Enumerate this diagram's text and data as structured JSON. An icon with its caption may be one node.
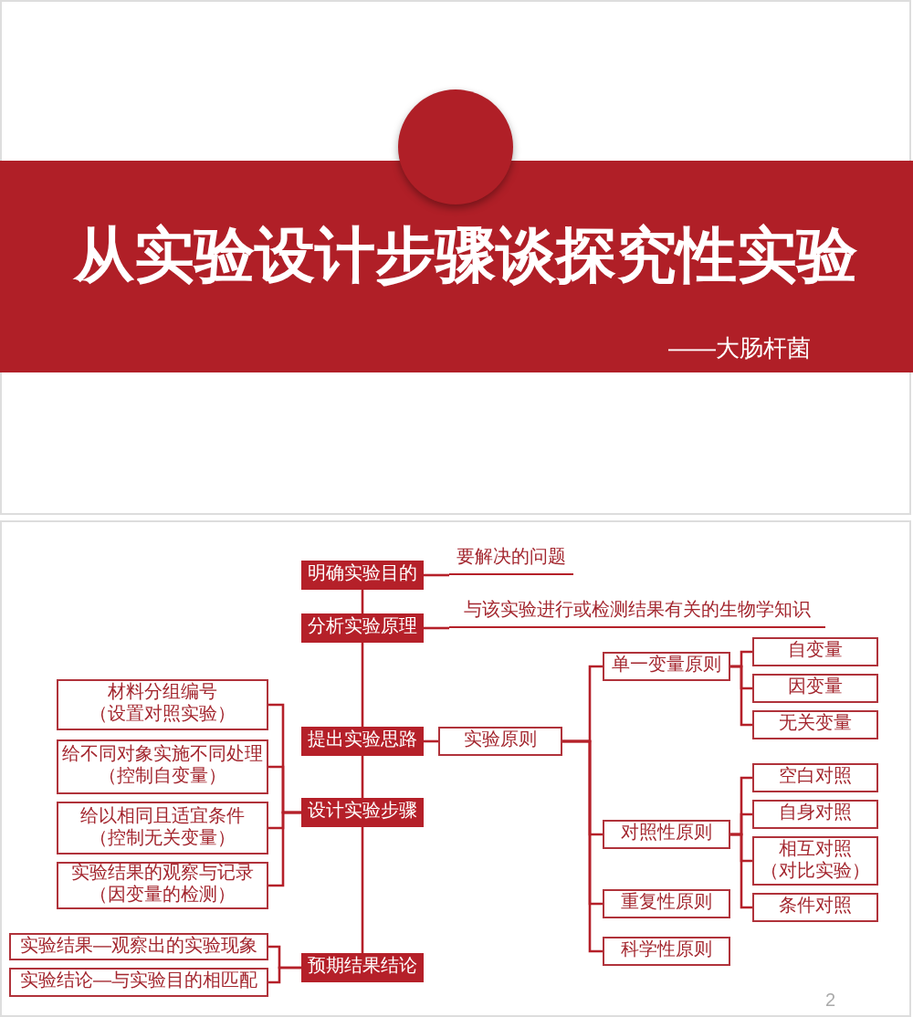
{
  "diagram": {
    "title": "从实验设计步骤谈探究性实验",
    "nodes": [
      {
        "text": [
          "明确实验目的"
        ]
      },
      {
        "text": [
          "分析实验原理"
        ]
      },
      {
        "text": [
          "提出实验思路"
        ]
      },
      {
        "text": [
          "设计实验步骤"
        ]
      },
      {
        "text": [
          "预期结果结论"
        ]
      },
      {
        "text": [
          "要解决的问题"
        ]
      },
      {
        "text": [
          "与该实验进行或检测结果有关的生物学知识"
        ]
      },
      {
        "text": [
          "实验原则"
        ]
      },
      {
        "text": [
          "单一变量原则"
        ]
      },
      {
        "text": [
          "对照性原则"
        ]
      },
      {
        "text": [
          "重复性原则"
        ]
      },
      {
        "text": [
          "科学性原则"
        ]
      },
      {
        "text": [
          "自变量"
        ]
      },
      {
        "text": [
          "因变量"
        ]
      },
      {
        "text": [
          "无关变量"
        ]
      },
      {
        "text": [
          "空白对照"
        ]
      },
      {
        "text": [
          "自身对照"
        ]
      },
      {
        "text": [
          "相互对照（对比实验）"
        ]
      },
      {
        "text": [
          "条件对照"
        ]
      },
      {
        "text": [
          "材料分组编号（设置对照实验）"
        ]
      },
      {
        "text": [
          "给不同对象实施不同处理（控制自变量）"
        ]
      },
      {
        "text": [
          "给以相同且适宜条件（控制无关变量）"
        ]
      },
      {
        "text": [
          "实验结果的观察与记录（因变量的检测）"
        ]
      },
      {
        "text": [
          "实验结果—观察出的实验现象"
        ]
      },
      {
        "text": [
          "实验结论—与实验目的相匹配"
        ]
      }
    ],
    "edges": [
      {
        "from": 0,
        "to": 1,
        "arrow": "none"
      },
      {
        "from": 1,
        "to": 2,
        "arrow": "none"
      },
      {
        "from": 2,
        "to": 3,
        "arrow": "none"
      },
      {
        "from": 3,
        "to": 4,
        "arrow": "none"
      },
      {
        "from": 0,
        "to": 5,
        "arrow": "none"
      },
      {
        "from": 1,
        "to": 6,
        "arrow": "none"
      },
      {
        "from": 2,
        "to": 7,
        "arrow": "none"
      },
      {
        "from": 7,
        "to": 8,
        "arrow": "none"
      },
      {
        "from": 7,
        "to": 9,
        "arrow": "none"
      },
      {
        "from": 7,
        "to": 10,
        "arrow": "none"
      },
      {
        "from": 7,
        "to": 11,
        "arrow": "none"
      },
      {
        "from": 8,
        "to": 12,
        "arrow": "none"
      },
      {
        "from": 8,
        "to": 13,
        "arrow": "none"
      },
      {
        "from": 8,
        "to": 14,
        "arrow": "none"
      },
      {
        "from": 9,
        "to": 15,
        "arrow": "none"
      },
      {
        "from": 9,
        "to": 16,
        "arrow": "none"
      },
      {
        "from": 9,
        "to": 17,
        "arrow": "none"
      },
      {
        "from": 9,
        "to": 18,
        "arrow": "none"
      },
      {
        "from": 3,
        "to": 19,
        "arrow": "none"
      },
      {
        "from": 3,
        "to": 20,
        "arrow": "none"
      },
      {
        "from": 3,
        "to": 21,
        "arrow": "none"
      },
      {
        "from": 3,
        "to": 22,
        "arrow": "none"
      },
      {
        "from": 4,
        "to": 23,
        "arrow": "none"
      },
      {
        "from": 4,
        "to": 24,
        "arrow": "none"
      }
    ],
    "labels": [
      "——大肠杆菌",
      "2"
    ]
  }
}
